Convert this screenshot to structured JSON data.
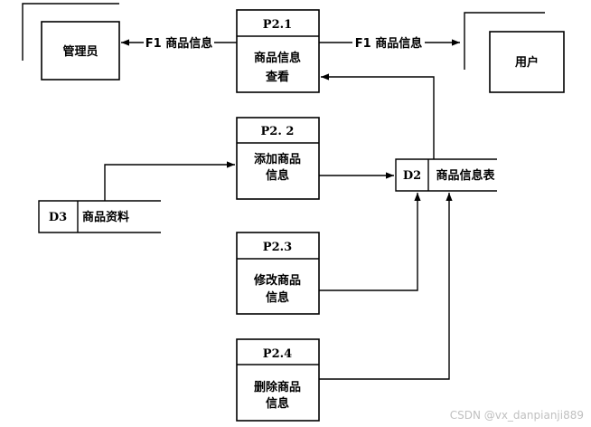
{
  "entities": {
    "admin": "管理员",
    "user": "用户"
  },
  "processes": {
    "p21": {
      "id": "P2.1",
      "line1": "商品信息",
      "line2": "查看"
    },
    "p22": {
      "id": "P2. 2",
      "line1": "添加商品",
      "line2": "信息"
    },
    "p23": {
      "id": "P2.3",
      "line1": "修改商品",
      "line2": "信息"
    },
    "p24": {
      "id": "P2.4",
      "line1": "删除商品",
      "line2": "信息"
    }
  },
  "stores": {
    "d2": {
      "id": "D2",
      "name": "商品信息表"
    },
    "d3": {
      "id": "D3",
      "name": "商品资料"
    }
  },
  "flows": {
    "to_admin": "F1 商品信息",
    "to_user": "F1 商品信息"
  },
  "watermark": "CSDN @vx_danpianji889"
}
